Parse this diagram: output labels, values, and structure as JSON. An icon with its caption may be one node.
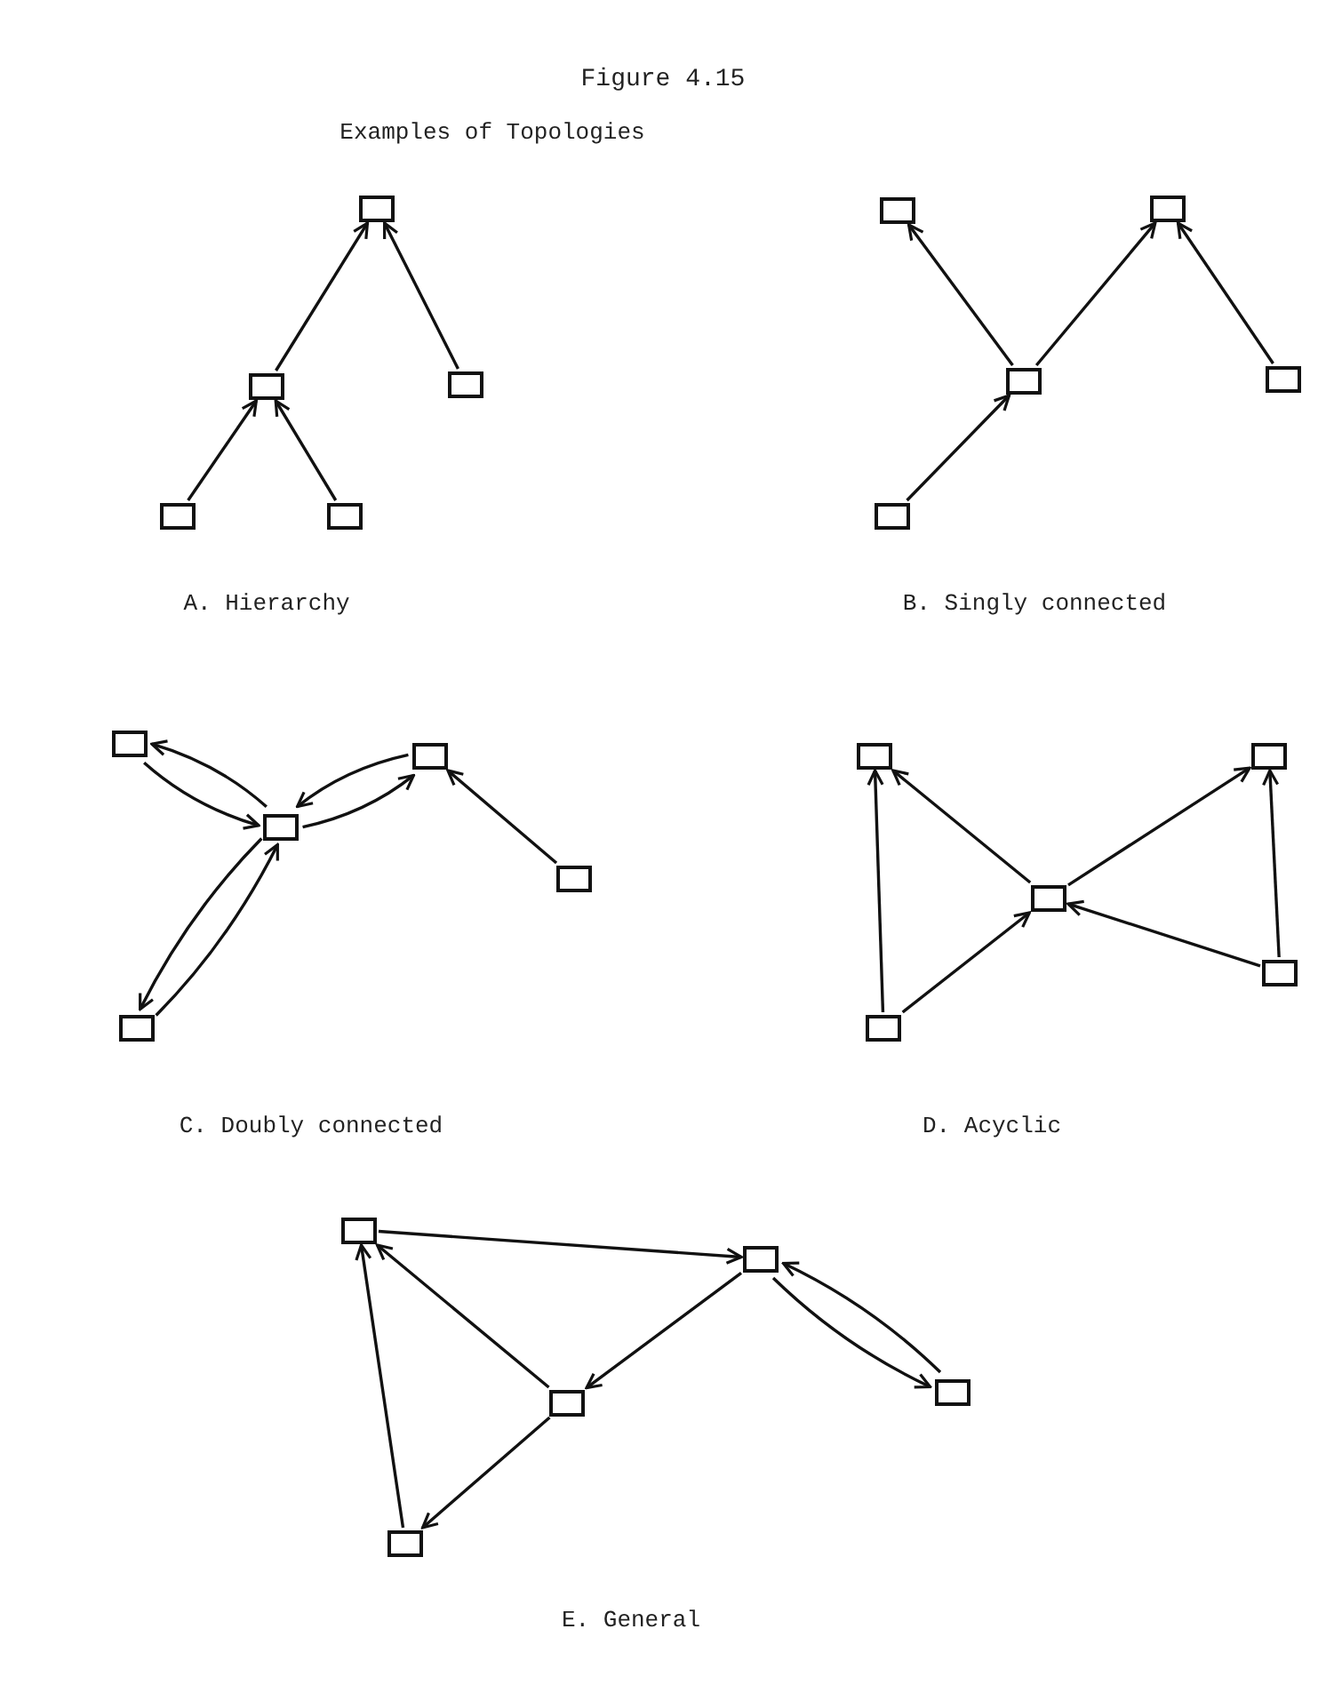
{
  "diagram": {
    "title": "Figure 4.15",
    "nodes": [
      {
        "text": [],
        "shape": "box"
      },
      {
        "text": [],
        "shape": "box"
      },
      {
        "text": [],
        "shape": "box"
      },
      {
        "text": [],
        "shape": "box"
      },
      {
        "text": [],
        "shape": "box"
      },
      {
        "text": [],
        "shape": "box"
      },
      {
        "text": [],
        "shape": "box"
      },
      {
        "text": [],
        "shape": "box"
      },
      {
        "text": [],
        "shape": "box"
      },
      {
        "text": [],
        "shape": "box"
      },
      {
        "text": [],
        "shape": "box"
      },
      {
        "text": [],
        "shape": "box"
      },
      {
        "text": [],
        "shape": "box"
      },
      {
        "text": [],
        "shape": "box"
      },
      {
        "text": [],
        "shape": "box"
      },
      {
        "text": [],
        "shape": "box"
      },
      {
        "text": [],
        "shape": "box"
      },
      {
        "text": [],
        "shape": "box"
      },
      {
        "text": [],
        "shape": "box"
      },
      {
        "text": [],
        "shape": "box"
      },
      {
        "text": [],
        "shape": "box"
      },
      {
        "text": [],
        "shape": "box"
      },
      {
        "text": [],
        "shape": "box"
      },
      {
        "text": [],
        "shape": "box"
      },
      {
        "text": [],
        "shape": "box"
      }
    ],
    "edges": [
      {
        "from": 1,
        "to": 0,
        "arrow": "to"
      },
      {
        "from": 2,
        "to": 0,
        "arrow": "to"
      },
      {
        "from": 3,
        "to": 1,
        "arrow": "to"
      },
      {
        "from": 4,
        "to": 1,
        "arrow": "to"
      },
      {
        "from": 6,
        "to": 5,
        "arrow": "to"
      },
      {
        "from": 6,
        "to": 7,
        "arrow": "to"
      },
      {
        "from": 8,
        "to": 7,
        "arrow": "to"
      },
      {
        "from": 9,
        "to": 6,
        "arrow": "to"
      },
      {
        "from": 10,
        "to": 11,
        "arrow": "to"
      },
      {
        "from": 11,
        "to": 10,
        "arrow": "to"
      },
      {
        "from": 11,
        "to": 12,
        "arrow": "to"
      },
      {
        "from": 12,
        "to": 11,
        "arrow": "to"
      },
      {
        "from": 13,
        "to": 12,
        "arrow": "to"
      },
      {
        "from": 11,
        "to": 14,
        "arrow": "to"
      },
      {
        "from": 14,
        "to": 11,
        "arrow": "to"
      },
      {
        "from": 17,
        "to": 15,
        "arrow": "to"
      },
      {
        "from": 19,
        "to": 15,
        "arrow": "to"
      },
      {
        "from": 17,
        "to": 16,
        "arrow": "to"
      },
      {
        "from": 18,
        "to": 16,
        "arrow": "to"
      },
      {
        "from": 19,
        "to": 17,
        "arrow": "to"
      },
      {
        "from": 18,
        "to": 17,
        "arrow": "to"
      },
      {
        "from": 20,
        "to": 21,
        "arrow": "to"
      },
      {
        "from": 22,
        "to": 20,
        "arrow": "to"
      },
      {
        "from": 24,
        "to": 20,
        "arrow": "to"
      },
      {
        "from": 21,
        "to": 22,
        "arrow": "to"
      },
      {
        "from": 22,
        "to": 24,
        "arrow": "to"
      },
      {
        "from": 21,
        "to": 23,
        "arrow": "to"
      },
      {
        "from": 23,
        "to": 21,
        "arrow": "to"
      }
    ],
    "labels": [
      "Examples of Topologies",
      "A. Hierarchy",
      "B. Singly connected",
      "C. Doubly connected",
      "D. Acyclic",
      "E. General"
    ]
  }
}
